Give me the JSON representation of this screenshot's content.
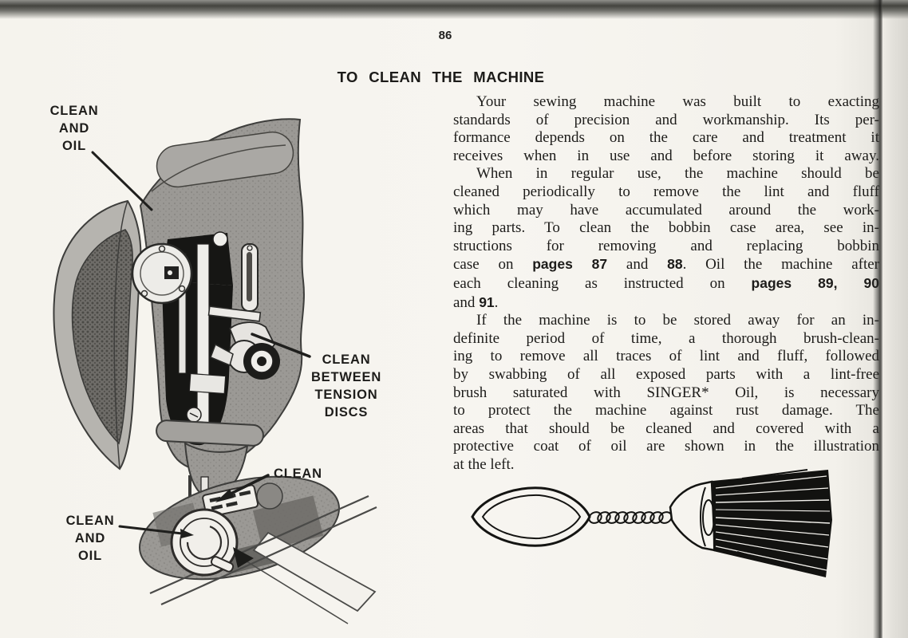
{
  "page": {
    "number": "86",
    "title": "TO CLEAN THE MACHINE",
    "background_color": "#f6f4ef",
    "ink_color": "#1d1c1a",
    "edge_shadow_color": "#2e2e2c"
  },
  "body": {
    "p1": [
      "Your sewing machine was built to exacting",
      "standards of precision and workmanship. Its per-",
      "formance depends on the care and treatment it",
      "receives when in use and before storing it away."
    ],
    "p2a": [
      "When in regular use, the machine should be",
      "cleaned periodically to remove the lint and fluff",
      "which may have accumulated around the work-",
      "ing parts. To clean the bobbin case area, see in-",
      "structions for removing and replacing bobbin"
    ],
    "p2_l6": [
      "case on ",
      "pages 87",
      " and ",
      "88",
      ". Oil the machine after"
    ],
    "p2_l7": [
      "each cleaning as instructed on ",
      "pages 89, 90"
    ],
    "p2_l8": [
      "and ",
      "91",
      "."
    ],
    "p3": [
      "If the machine is to be stored away for an in-",
      "definite period of time, a thorough brush-clean-",
      "ing to remove all traces of lint and fluff, followed",
      "by swabbing of all exposed parts with a lint-free",
      "brush saturated with SINGER* Oil, is necessary",
      "to protect the machine against rust damage. The",
      "areas that should be cleaned and covered with a",
      "protective coat of oil are shown in the illustration",
      "at the left."
    ]
  },
  "figure": {
    "illustrations": [
      "sewing-machine-head-open-faceplate",
      "needle-plate-bobbin-area",
      "lint-brush"
    ],
    "label_top": {
      "l1": "CLEAN",
      "l2": "AND",
      "l3": "OIL"
    },
    "label_tension": {
      "l1": "CLEAN",
      "l2": "BETWEEN",
      "l3": "TENSION",
      "l4": "DISCS"
    },
    "label_feed": "CLEAN",
    "label_bobbin": {
      "l1": "CLEAN",
      "l2": "AND",
      "l3": "OIL"
    }
  }
}
